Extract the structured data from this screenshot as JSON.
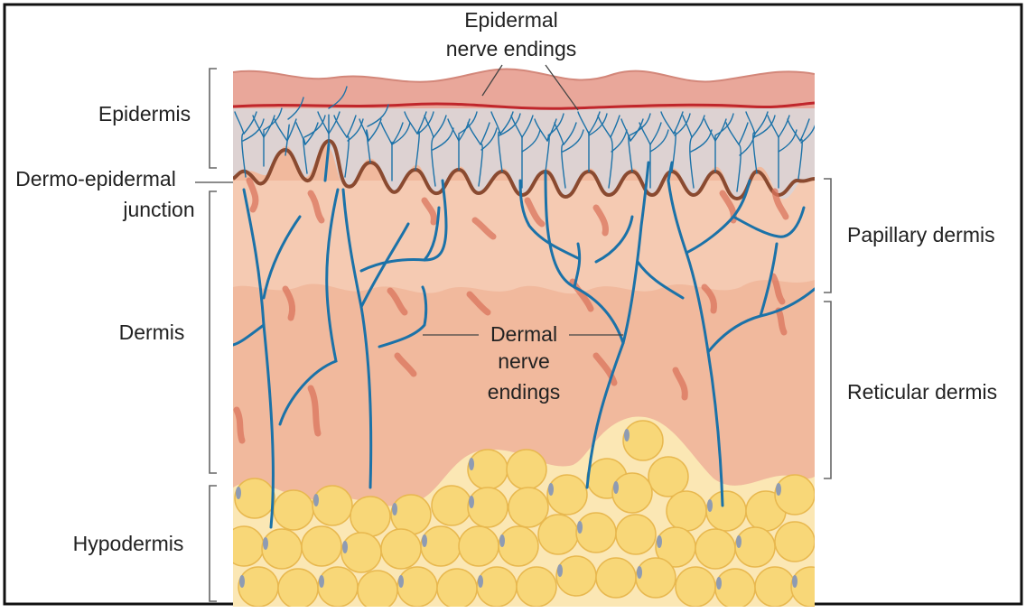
{
  "labels": {
    "epidermis": "Epidermis",
    "junction_line1": "Dermo-epidermal",
    "junction_line2": "junction",
    "dermis": "Dermis",
    "hypodermis": "Hypodermis",
    "epidermal_nerve_line1": "Epidermal",
    "epidermal_nerve_line2": "nerve endings",
    "dermal_nerve_line1": "Dermal",
    "dermal_nerve_line2": "nerve",
    "dermal_nerve_line3": "endings",
    "papillary_dermis": "Papillary dermis",
    "reticular_dermis": "Reticular dermis"
  },
  "colors": {
    "epidermis_top": "#e9a79a",
    "epidermis_lower": "#ddd2d2",
    "basal_red_line": "#c0262b",
    "junction_line": "#8a4a30",
    "dermis": "#f1b99d",
    "papillary_band": "#f6cdb6",
    "vessel": "#d9745c",
    "nerve": "#1b72a8",
    "fat_cell": "#f8d778",
    "fat_cell_edge": "#e8b84f",
    "hypodermis_bg": "#fbe7b4",
    "fat_nucleus": "#8e9bb3",
    "bracket": "#555555",
    "frame": "#111111"
  }
}
